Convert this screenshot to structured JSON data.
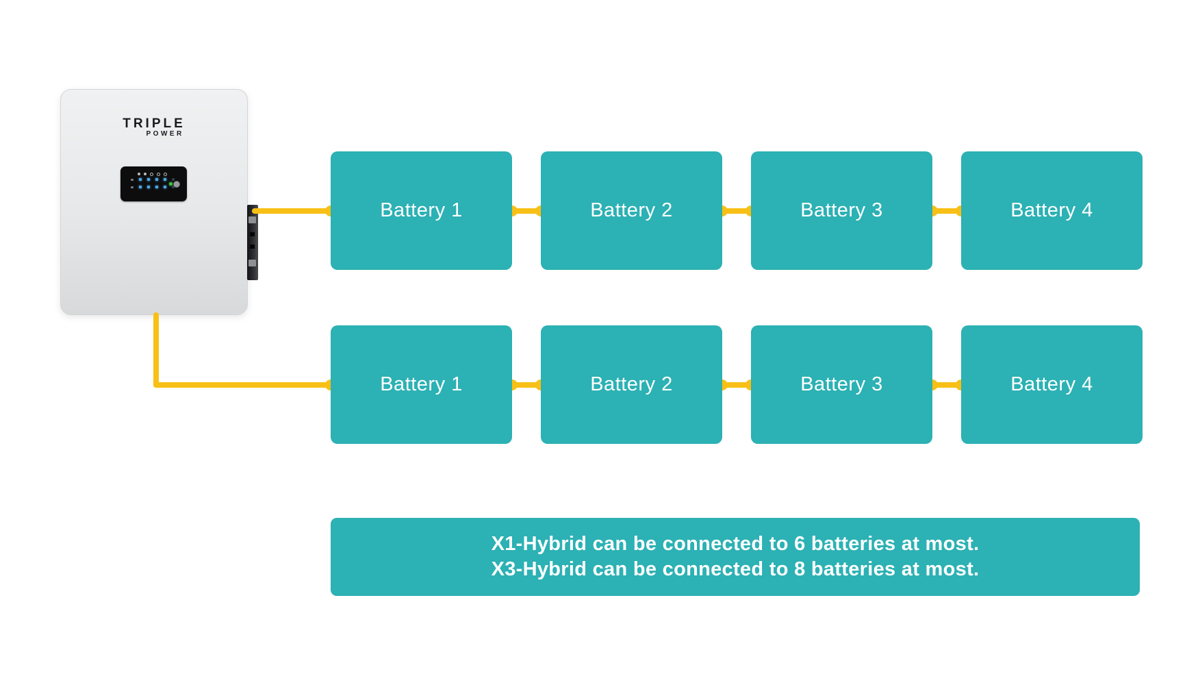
{
  "device": {
    "brand": "TRIPLE",
    "brand_sub": "POWER"
  },
  "rows": [
    {
      "name": "battery-string-1",
      "batteries": [
        {
          "label": "Battery 1"
        },
        {
          "label": "Battery 2"
        },
        {
          "label": "Battery 3"
        },
        {
          "label": "Battery 4"
        }
      ]
    },
    {
      "name": "battery-string-2",
      "batteries": [
        {
          "label": "Battery 1"
        },
        {
          "label": "Battery 2"
        },
        {
          "label": "Battery 3"
        },
        {
          "label": "Battery 4"
        }
      ]
    }
  ],
  "banner": {
    "line1": "X1-Hybrid can be connected to 6 batteries at most.",
    "line2": "X3-Hybrid can be connected to 8 batteries at most."
  },
  "colors": {
    "teal": "#2cb1b4",
    "cable-yellow": "#f8c016",
    "led-blue": "#4fa8e8",
    "led-green": "#3ec24d",
    "logo-black": "#1a1a1a",
    "panel-black": "#0d0d0d",
    "text-white": "#ffffff"
  }
}
